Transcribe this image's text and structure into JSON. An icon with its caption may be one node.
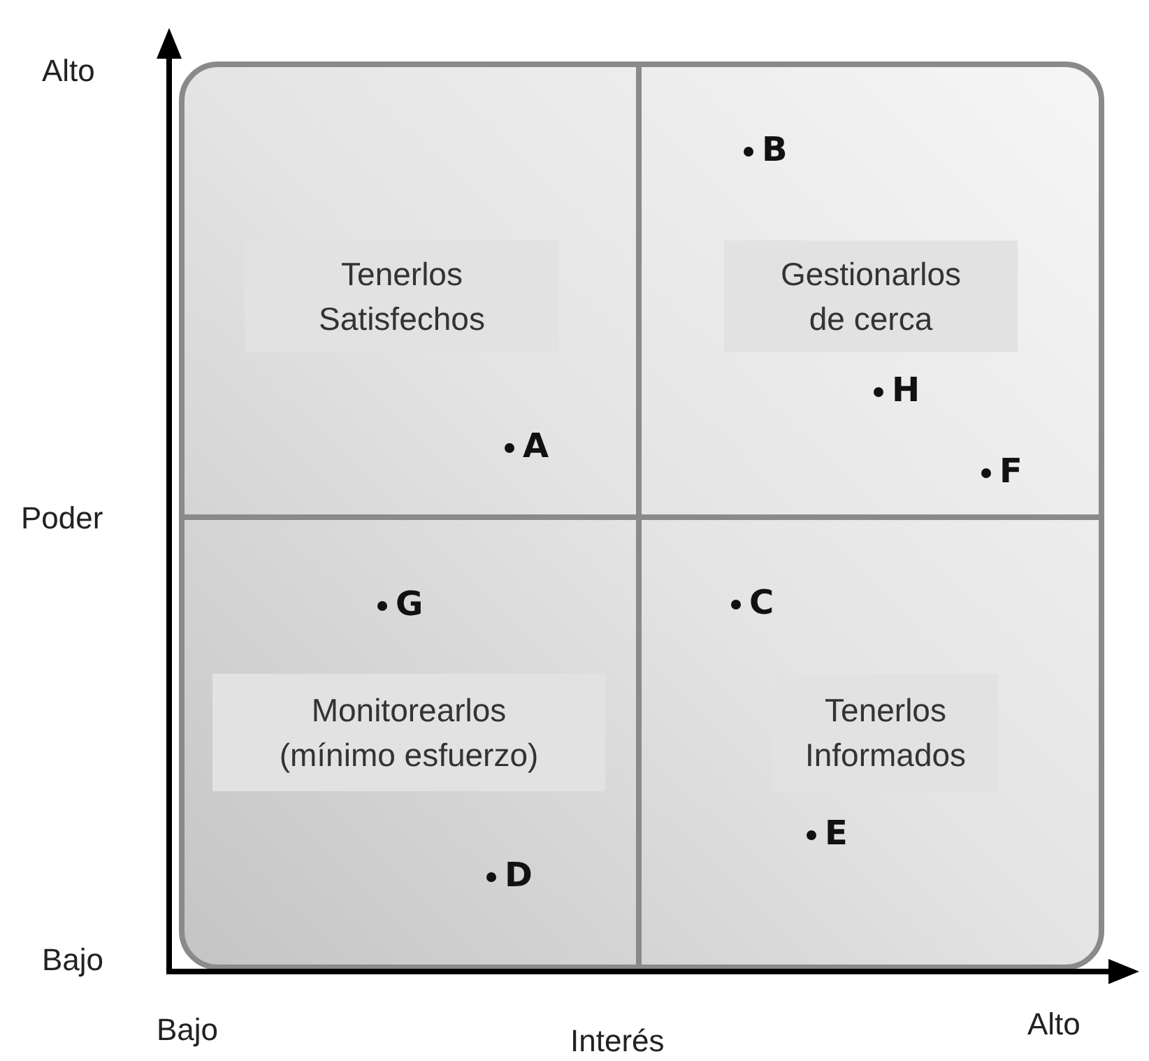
{
  "diagram": {
    "nodes": [
      {
        "text": [
          "Tenerlos Satisfechos"
        ]
      },
      {
        "text": [
          "Gestionarlos de cerca"
        ]
      },
      {
        "text": [
          "Monitorearlos (mínimo esfuerzo)"
        ]
      },
      {
        "text": [
          "Tenerlos Informados"
        ]
      }
    ],
    "edges": [],
    "labels": [
      "Alto",
      "B",
      "H",
      "A",
      "F",
      "Poder",
      "G",
      "C",
      "E",
      "D",
      "Bajo",
      "Bajo",
      "Alto",
      "Interés"
    ]
  }
}
